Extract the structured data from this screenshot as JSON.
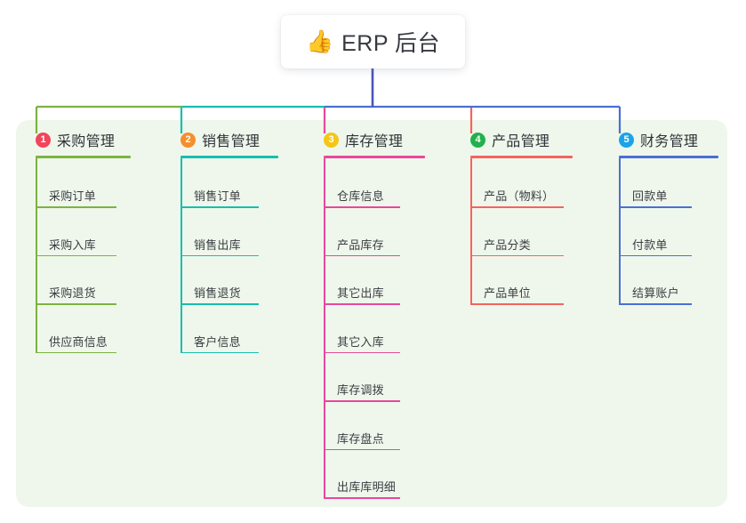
{
  "diagram": {
    "type": "tree-mindmap",
    "root": {
      "icon": "thumbs-up-icon",
      "icon_glyph": "👍",
      "title": "ERP 后台"
    },
    "panel_color": "#eff7ec",
    "branches": [
      {
        "index": "1",
        "title": "采购管理",
        "badge_color": "#f2445b",
        "line_color": "#7cb342",
        "items": [
          "采购订单",
          "采购入库",
          "采购退货",
          "供应商信息"
        ]
      },
      {
        "index": "2",
        "title": "销售管理",
        "badge_color": "#f58f2b",
        "line_color": "#17bfae",
        "items": [
          "销售订单",
          "销售出库",
          "销售退货",
          "客户信息"
        ]
      },
      {
        "index": "3",
        "title": "库存管理",
        "badge_color": "#f5c518",
        "line_color": "#e8489c",
        "items": [
          "仓库信息",
          "产品库存",
          "其它出库",
          "其它入库",
          "库存调拨",
          "库存盘点",
          "出库库明细"
        ]
      },
      {
        "index": "4",
        "title": "产品管理",
        "badge_color": "#22b14c",
        "line_color": "#f4645f",
        "items": [
          "产品（物料）",
          "产品分类",
          "产品单位"
        ]
      },
      {
        "index": "5",
        "title": "财务管理",
        "badge_color": "#1aa4e8",
        "line_color": "#4a6fd4",
        "items": [
          "回款单",
          "付款单",
          "结算账户"
        ]
      }
    ],
    "stem_color": "#4a55b8"
  }
}
